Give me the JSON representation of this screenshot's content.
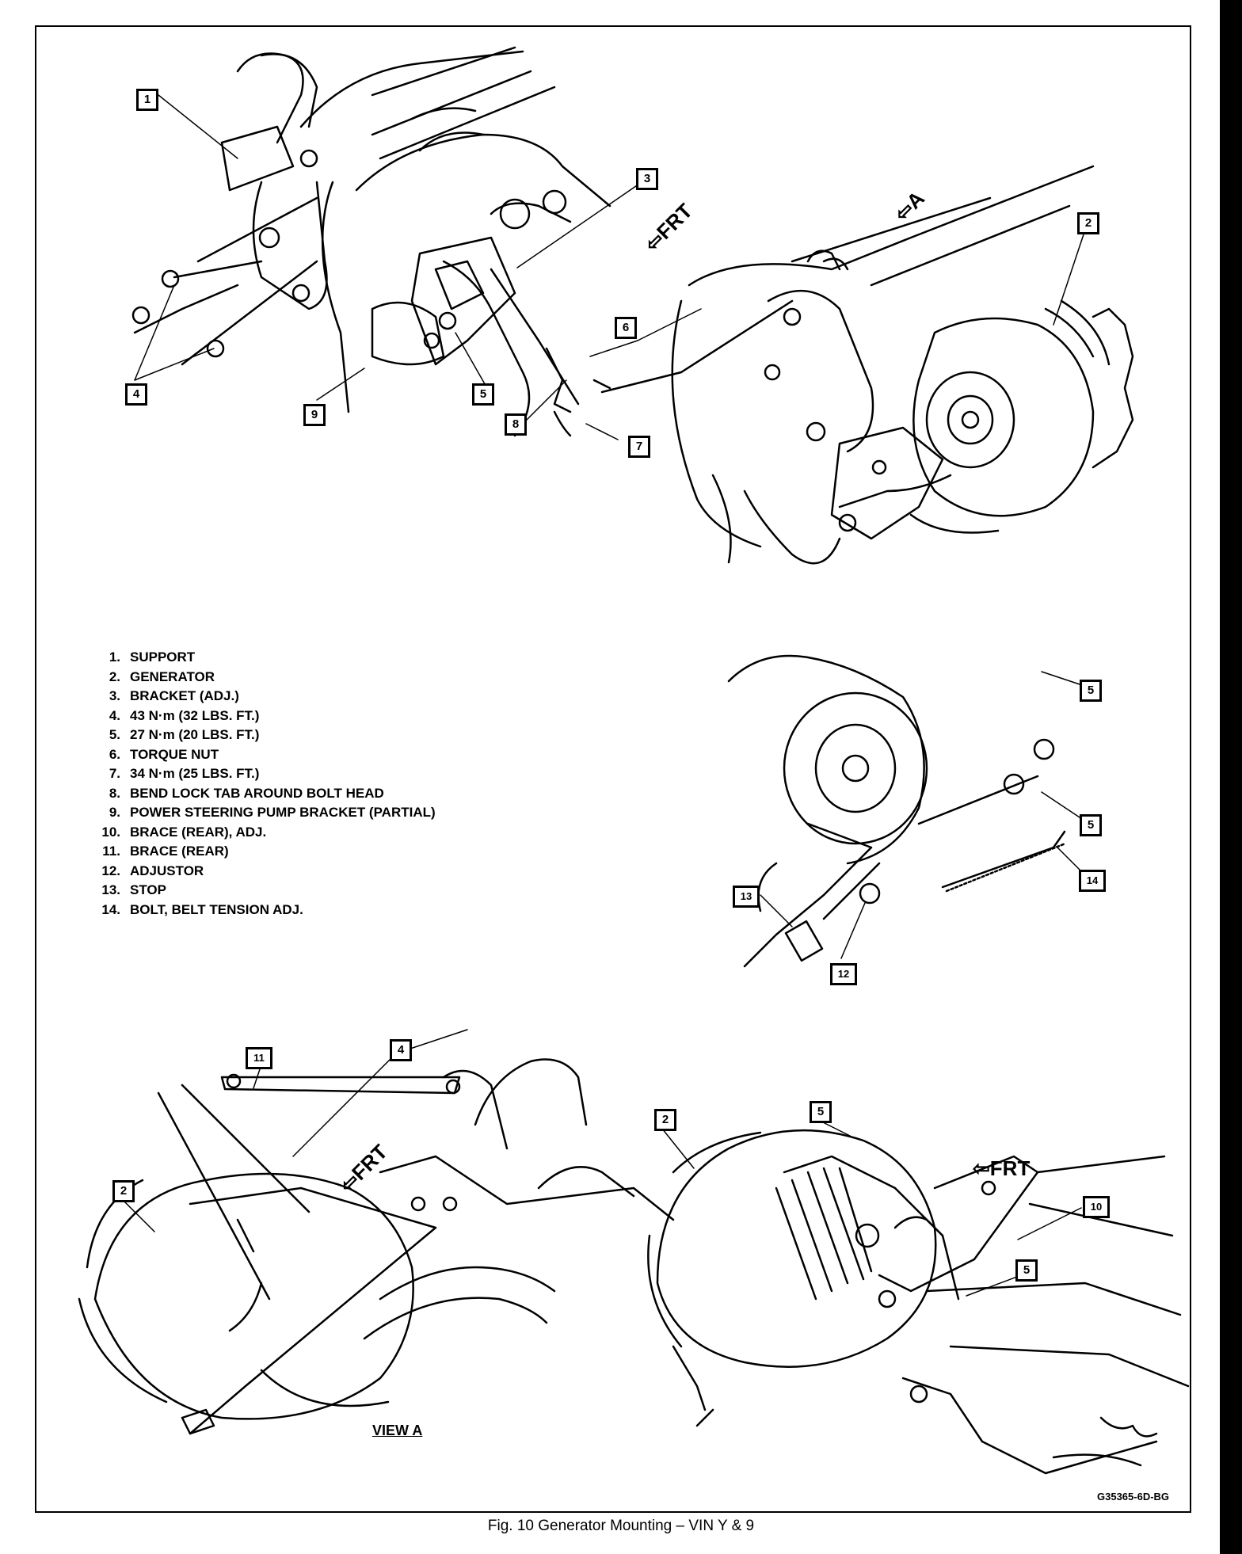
{
  "caption": "Fig. 10 Generator Mounting – VIN Y & 9",
  "figure_code": "G35365-6D-BG",
  "view_label": "VIEW A",
  "direction_labels": {
    "front": "FRT",
    "view": "A"
  },
  "callouts": {
    "c1": "1",
    "c2a": "2",
    "c3": "3",
    "c4a": "4",
    "c5a": "5",
    "c6": "6",
    "c7": "7",
    "c8": "8",
    "c9": "9",
    "c5b": "5",
    "c5c": "5",
    "c13": "13",
    "c12": "12",
    "c14": "14",
    "c11": "11",
    "c4b": "4",
    "c2b": "2",
    "c2c": "2",
    "c5d": "5",
    "c10": "10",
    "c5e": "5"
  },
  "legend": [
    {
      "num": "1.",
      "text": "SUPPORT"
    },
    {
      "num": "2.",
      "text": "GENERATOR"
    },
    {
      "num": "3.",
      "text": "BRACKET (ADJ.)"
    },
    {
      "num": "4.",
      "text": "43 N·m (32 LBS. FT.)"
    },
    {
      "num": "5.",
      "text": "27 N·m (20 LBS. FT.)"
    },
    {
      "num": "6.",
      "text": "TORQUE NUT"
    },
    {
      "num": "7.",
      "text": "34 N·m (25 LBS. FT.)"
    },
    {
      "num": "8.",
      "text": "BEND LOCK TAB AROUND BOLT HEAD"
    },
    {
      "num": "9.",
      "text": "POWER STEERING PUMP BRACKET (PARTIAL)"
    },
    {
      "num": "10.",
      "text": "BRACE (REAR), ADJ."
    },
    {
      "num": "11.",
      "text": "BRACE (REAR)"
    },
    {
      "num": "12.",
      "text": "ADJUSTOR"
    },
    {
      "num": "13.",
      "text": "STOP"
    },
    {
      "num": "14.",
      "text": "BOLT, BELT TENSION ADJ."
    }
  ]
}
